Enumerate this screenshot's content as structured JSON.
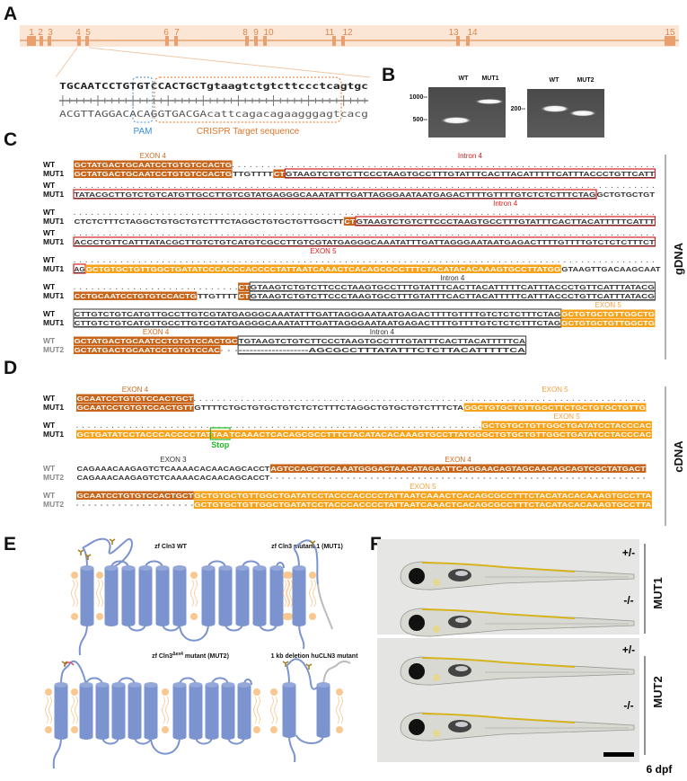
{
  "panel_labels": {
    "a": "A",
    "b": "B",
    "c": "C",
    "d": "D",
    "e": "E",
    "f": "F"
  },
  "colors": {
    "exon4": "#c8651b",
    "exon5": "#f7a21b",
    "intron_red": "#d42020",
    "pam_blue": "#3a8fd6",
    "crispr_orange": "#e0762a",
    "stop_green": "#22bb22",
    "protein": "#7b93cf",
    "lipid": "#f8c890"
  },
  "gene_map": {
    "exons": [
      "1",
      "2",
      "3",
      "4",
      "5",
      "6",
      "7",
      "8",
      "9",
      "10",
      "11",
      "12",
      "13",
      "14",
      "15"
    ]
  },
  "panel_a": {
    "top_upper": "TGCAATCCTGTGTCCACTGCT",
    "top_lower": "gtaagtctgtcttccctcagtgc",
    "bottom_upper": "ACGTTAGGACACAGGTGACGA",
    "bottom_lower": "cattcagacagaagggagtcacg",
    "pam_label": "PAM",
    "target_label": "CRISPR Target sequence"
  },
  "panel_b": {
    "gel1": {
      "lanes": [
        "WT",
        "MUT1"
      ],
      "ladder": [
        "1000--",
        "500--"
      ]
    },
    "gel2": {
      "lanes": [
        "WT",
        "MUT2"
      ],
      "ladder": [
        "200--"
      ]
    }
  },
  "side_labels": {
    "gdna": "gDNA",
    "cdna": "cDNA"
  },
  "panel_c": [
    {
      "rows": [
        {
          "label": "WT",
          "segs": [
            {
              "t": "GCTATGACTGCAATCCTGTGTCCACTG",
              "s": "e4",
              "label": "EXON 4",
              "lc": "e4"
            },
            {
              "gap": 72
            }
          ]
        },
        {
          "label": "MUT1",
          "segs": [
            {
              "t": "GCTATGACTGCAATCCTGTGTCCACTG",
              "s": "e4"
            },
            {
              "t": "TTGTTTT",
              "s": "n"
            },
            {
              "t": "CT",
              "s": "e4"
            },
            {
              "t": "GTAAGTCTGTCTTCCCTAAGTGCCTTTGTATTTCACTTACATTTTTCATTTACCCTGTTCATT",
              "s": "rb",
              "label": "Intron 4",
              "lc": "red"
            }
          ]
        }
      ]
    },
    {
      "rows": [
        {
          "label": "WT",
          "segs": [
            {
              "gap": 99
            }
          ]
        },
        {
          "label": "MUT1",
          "segs": [
            {
              "t": "TATACGCTTGTCTGTCATGTTGCCTTGTCGTATGAGGGCAAATATTTGATTAGGGAATAATGAGACTTTTGTTTTGTCTCTCTTTCTAG",
              "s": "rb"
            },
            {
              "t": "GCTGTGCTGT",
              "s": "n"
            }
          ]
        }
      ]
    },
    {
      "rows": [
        {
          "label": "WT",
          "segs": [
            {
              "gap": 99
            }
          ]
        },
        {
          "label": "MUT1",
          "segs": [
            {
              "t": "CTCTCTTTCTAGGCTGTGCTGTCTTTCTAGGCTGTGCTGTTGGCTT",
              "s": "n"
            },
            {
              "t": "CT",
              "s": "e4"
            },
            {
              "t": "GTAAGTCTGTCTTCCCTAAGTGCCTTTGTATTTCACTTACATTTTTCATTT",
              "s": "rb",
              "label": "Intron 4",
              "lc": "red"
            }
          ]
        }
      ]
    },
    {
      "rows": [
        {
          "label": "WT",
          "segs": [
            {
              "gap": 99
            }
          ]
        },
        {
          "label": "MUT1",
          "segs": [
            {
              "t": "ACCCTGTTCATTTATACGCTTGTCTGTCATGTCGCCTTGTCGTATGAGGGCAAATATTTGATTAGGGAATAATGAGACTTTTGTTTTGTCTCTCTTTCT",
              "s": "rb"
            }
          ]
        }
      ]
    },
    {
      "rows": [
        {
          "label": "WT",
          "segs": [
            {
              "gap": 99
            }
          ]
        },
        {
          "label": "MUT1",
          "segs": [
            {
              "t": "AG",
              "s": "rb"
            },
            {
              "t": "GCTGTGCTGTTGGCTGATATCCCACCCACCCCTATTAATCAAACTCACAGCGCCTTTCTACATACACAAAGTGCCTTATGG",
              "s": "e5",
              "label": "EXON 5",
              "lc": "red"
            },
            {
              "t": "GTAAGTTGACAAGCAAT",
              "s": "n"
            }
          ]
        }
      ]
    },
    {
      "rows": [
        {
          "label": "WT",
          "segs": [
            {
              "gap": 28
            },
            {
              "t": "CT",
              "s": "e4"
            },
            {
              "t": "GTAAGTCTGTCTTCCCTAAGTGCCTTTGTATTTCACTTACATTTTTCATTTACCCTGTTCATTTATACG",
              "s": "gb",
              "label": "Intron 4",
              "lc": "dark"
            }
          ]
        },
        {
          "label": "MUT1",
          "segs": [
            {
              "t": "CCTGCAATCCTGTGTCCACTG",
              "s": "e4"
            },
            {
              "t": "TTGTTTT",
              "s": "n"
            },
            {
              "t": "CT",
              "s": "e4"
            },
            {
              "t": "GTAAGTCTGTCTTCCCTAAGTGCCTTTGTATTTCACTTACATTTTTCATTTACCCTGTTCATTTATACG",
              "s": "gb"
            }
          ]
        }
      ]
    },
    {
      "rows": [
        {
          "label": "WT",
          "segs": [
            {
              "t": "CTTGTCTGTCATGTTGCCTTGTCGTATGAGGGCAAATATTTGATTAGGGAATAATGAGACTTTTGTTTTGTCTCTCTTTCTAG",
              "s": "gb"
            },
            {
              "t": "GCTGTGCTGTTGGCTG",
              "s": "e5",
              "label": "EXON 5",
              "lc": "e5"
            }
          ]
        },
        {
          "label": "MUT1",
          "segs": [
            {
              "t": "CTTGTCTGTCATGTTGCCTTGTCGTATGAGGGCAAATATTTGATTAGGGAATAATGAGACTTTTGTTTTGTCTCTCTTTCTAG",
              "s": "gb"
            },
            {
              "t": "GCTGTGCTGTTGGCTG",
              "s": "e5"
            }
          ]
        }
      ]
    },
    {
      "muted": true,
      "rows": [
        {
          "label": "WT",
          "segs": [
            {
              "t": "GCTATGACTGCAATCCTGTGTCCACTGC",
              "s": "e4",
              "label": "EXON 4",
              "lc": "e4"
            },
            {
              "t": "TGTAAGTCTGTCTTCCCTAAGTGCCTTTGTATTTCACTTACATTTTTCA",
              "s": "gb",
              "label": "Intron 4",
              "lc": "dark"
            }
          ]
        },
        {
          "label": "MUT2",
          "segs": [
            {
              "t": "GCTATGACTGCAATCCTGTGTCCAC",
              "s": "e4"
            },
            {
              "dash": 3
            },
            {
              "t": "-------------------AGCGCCTTTATATTTCTCTTACATTTTTCA",
              "s": "gb"
            }
          ]
        }
      ]
    }
  ],
  "panel_d": [
    {
      "rows": [
        {
          "label": "WT",
          "segs": [
            {
              "t": "GCAATCCTGTGTCCACTGCT",
              "s": "e4",
              "label": "EXON 4",
              "lc": "e4"
            },
            {
              "gap": 77
            }
          ]
        },
        {
          "label": "MUT1",
          "segs": [
            {
              "t": "GCAATCCTGTGTCCACTGTT",
              "s": "e4"
            },
            {
              "t": "GTTTTCTGCTGTGCTGTCTCTCTTTCTAGGCTGTGCTGTCTTTCTA",
              "s": "n"
            },
            {
              "t": "GGCTGTGCTGTTGGCTTCTGCTGTGCTGTTG",
              "s": "e5",
              "label": "EXON 5",
              "lc": "e5"
            }
          ]
        }
      ]
    },
    {
      "rows": [
        {
          "label": "WT",
          "segs": [
            {
              "gap": 69
            },
            {
              "t": "GCTGTGCTGTTGGCTGATATCCTACCCAC",
              "s": "e5",
              "label": "EXON 5",
              "lc": "e5"
            }
          ]
        },
        {
          "label": "MUT1",
          "segs": [
            {
              "t": "GCTGATATCCTACCCACCCCTAT",
              "s": "e5"
            },
            {
              "t": "TAA",
              "s": "e5",
              "box": "green",
              "below": "Stop"
            },
            {
              "t": "TCAAACTCACAGCGCCTTTCTACATACACAAAGTGCCTTATGGGCTGTGCTGTTGGCTGATATCCTACCCAC",
              "s": "e5"
            }
          ]
        }
      ]
    },
    {
      "muted": true,
      "rows": [
        {
          "label": "WT",
          "segs": [
            {
              "t": "CAGAAACAAGAGTCTCAAAACACAACAGCACCT",
              "s": "n",
              "label": "EXON 3",
              "lc": "dark"
            },
            {
              "t": "AGTCCAGCTCCAAATGGGACTAACATAGAATTCAGGAACAGTAGCAACAGCAGTCGCTATGACT",
              "s": "e4",
              "label": "EXON 4",
              "lc": "e4"
            }
          ]
        },
        {
          "label": "MUT2",
          "segs": [
            {
              "t": "CAGAAACAAGAGTCTCAAAACACAACAGCACCT",
              "s": "n"
            },
            {
              "dash": 64
            }
          ]
        }
      ]
    },
    {
      "muted": true,
      "rows": [
        {
          "label": "WT",
          "segs": [
            {
              "t": "GCAATCCTGTGTCCACTGCT",
              "s": "e4"
            },
            {
              "t": "GCTGTGCTGTTGGCTGATATCCTACCCACCCCTATTAATCAAACTCACAGCGCCTTTCTACATACACAAAGTGCCTTA",
              "s": "e5",
              "label": "EXON 5",
              "lc": "e5"
            }
          ]
        },
        {
          "label": "MUT2",
          "segs": [
            {
              "dash": 20
            },
            {
              "t": "GCTGTGCTGTTGGCTGATATCCTACCCACCCCTATTAATCAAACTCACAGCGCCTTTCTACATACACAAAGTGCCTTA",
              "s": "e5"
            }
          ]
        }
      ]
    }
  ],
  "panel_e": {
    "wt_title": "zf Cln3 WT",
    "mut1_title": "zf Cln3 mutant 1 (MUT1)",
    "mut2_title_pre": "zf Cln3",
    "mut2_title_sup": "Δex4",
    "mut2_title_post": " mutant (MUT2)",
    "hu_title": "1 kb deletion huCLN3 mutant"
  },
  "panel_f": {
    "genotypes": [
      "+/-",
      "-/-",
      "+/-",
      "-/-"
    ],
    "groups": [
      "MUT1",
      "MUT2"
    ],
    "age": "6 dpf"
  }
}
